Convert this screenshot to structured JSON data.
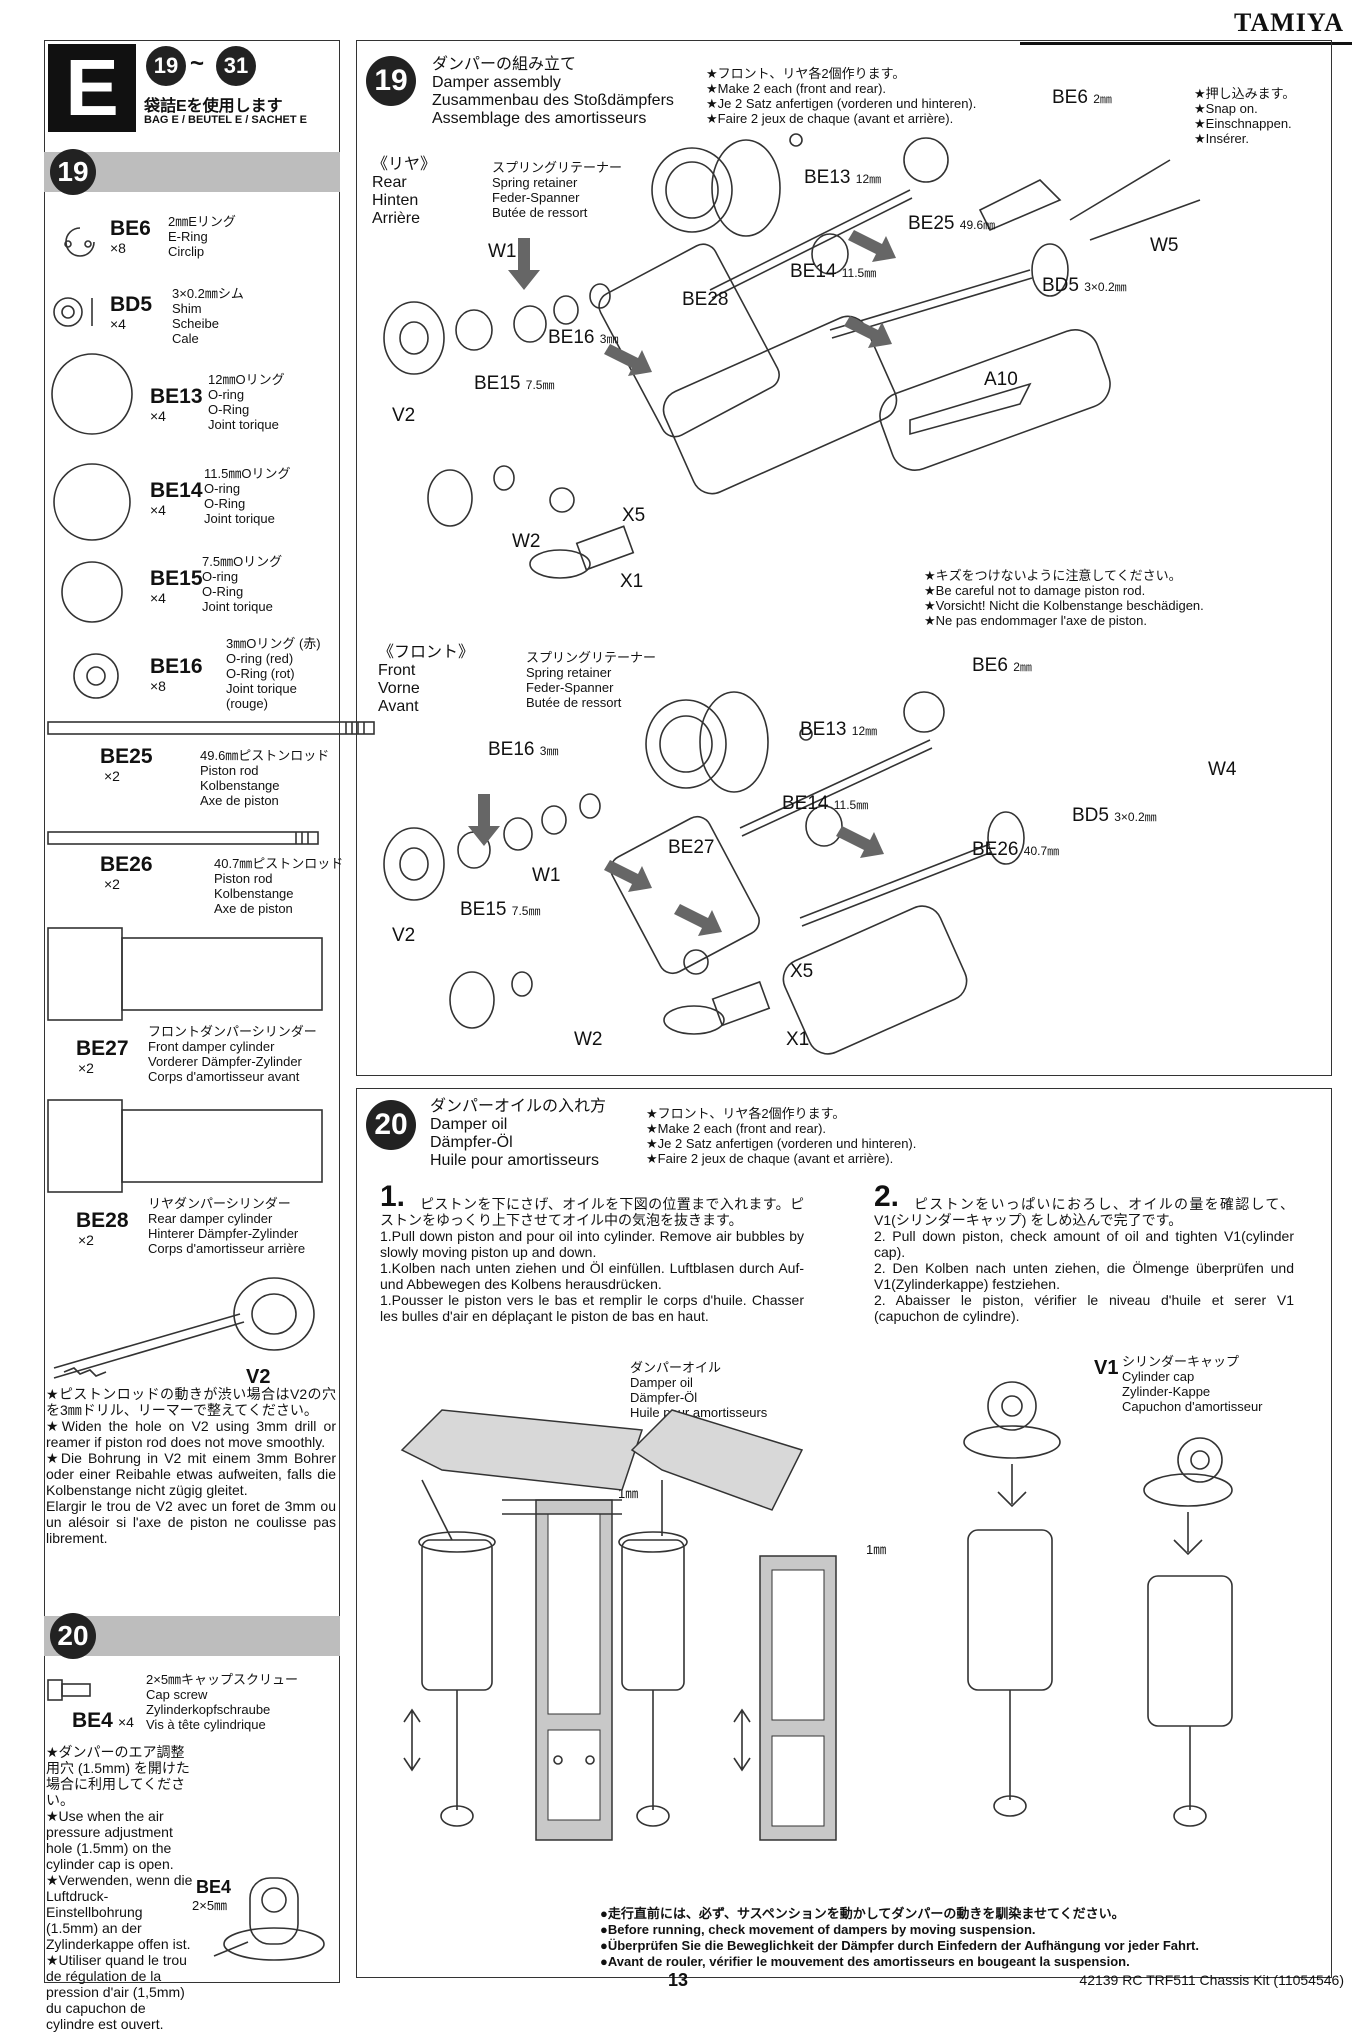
{
  "brand": "TAMIYA",
  "bag": {
    "letter": "E",
    "step_from": "19",
    "step_to": "31",
    "jp": "袋詰Eを使用します",
    "sub": "BAG E / BEUTEL E / SACHET E"
  },
  "side": {
    "step19": "19",
    "step20": "20",
    "parts": [
      {
        "code": "BE6",
        "qty": "×8",
        "desc": "2㎜Eリング\nE-Ring\nCirclip"
      },
      {
        "code": "BD5",
        "qty": "×4",
        "desc": "3×0.2㎜シム\nShim\nScheibe\nCale"
      },
      {
        "code": "BE13",
        "qty": "×4",
        "desc": "12㎜Oリング\nO-ring\nO-Ring\nJoint torique"
      },
      {
        "code": "BE14",
        "qty": "×4",
        "desc": "11.5㎜Oリング\nO-ring\nO-Ring\nJoint torique"
      },
      {
        "code": "BE15",
        "qty": "×4",
        "desc": "7.5㎜Oリング\nO-ring\nO-Ring\nJoint torique"
      },
      {
        "code": "BE16",
        "qty": "×8",
        "desc": "3㎜Oリング (赤)\nO-ring (red)\nO-Ring (rot)\nJoint torique\n(rouge)"
      },
      {
        "code": "BE25",
        "qty": "×2",
        "desc": "49.6㎜ピストンロッド\nPiston rod\nKolbenstange\nAxe de piston"
      },
      {
        "code": "BE26",
        "qty": "×2",
        "desc": "40.7㎜ピストンロッド\nPiston rod\nKolbenstange\nAxe de piston"
      },
      {
        "code": "BE27",
        "qty": "×2",
        "desc": "フロントダンパーシリンダー\nFront damper cylinder\nVorderer Dämpfer-Zylinder\nCorps d'amortisseur avant"
      },
      {
        "code": "BE28",
        "qty": "×2",
        "desc": "リヤダンパーシリンダー\nRear damper cylinder\nHinterer Dämpfer-Zylinder\nCorps d'amortisseur arrière"
      }
    ],
    "v2_label": "V2",
    "v2_note": "★ピストンロッドの動きが渋い場合はV2の穴を3㎜ドリル、リーマーで整えてください。\n★Widen the hole on V2 using 3mm drill or reamer if piston rod does not move smoothly.\n★Die Bohrung in V2 mit einem 3mm Bohrer oder einer Reibahle etwas aufweiten, falls die Kolbenstange nicht zügig gleitet.\nElargir le trou de V2 avec un foret de 3mm ou un alésoir si l'axe de piston ne coulisse pas librement.",
    "be4": {
      "code": "BE4",
      "qty": "×4",
      "desc": "2×5㎜キャップスクリュー\nCap screw\nZylinderkopfschraube\nVis à tête cylindrique"
    },
    "be4_note": "★ダンパーのエア調整用穴 (1.5mm) を開けた場合に利用してください。\n★Use when the air pressure adjustment hole (1.5mm) on the cylinder cap is open.\n★Verwenden, wenn die Luftdruck-Einstellbohrung (1.5mm) an der Zylinderkappe offen ist.\n★Utiliser quand le trou de régulation de la pression d'air (1,5mm) du capuchon de cylindre est ouvert.",
    "be4_small_code": "BE4",
    "be4_small_size": "2×5㎜"
  },
  "step19": {
    "num": "19",
    "title": "ダンパーの組み立て\nDamper assembly\nZusammenbau des Stoßdämpfers\nAssemblage des amortisseurs",
    "note": "★フロント、リヤ各2個作ります。\n★Make 2 each (front and rear).\n★Je 2 Satz anfertigen (vorderen und hinteren).\n★Faire 2 jeux de chaque (avant et arrière).",
    "snap": "★押し込みます。\n★Snap on.\n★Einschnappen.\n★Insérer.",
    "rear": "《リヤ》\nRear\nHinten\nArrière",
    "front": "《フロント》\nFront\nVorne\nAvant",
    "retainer": "スプリングリテーナー\nSpring retainer\nFeder-Spanner\nButée de ressort",
    "care": "★キズをつけないように注意してください。\n★Be careful not to damage piston rod.\n★Vorsicht! Nicht die Kolbenstange beschädigen.\n★Ne pas endommager l'axe de piston.",
    "labels": {
      "BE6": "BE6",
      "be6_size": "2㎜",
      "BE13": "BE13",
      "be13_size": "12㎜",
      "BE25": "BE25",
      "be25_size": "49.6㎜",
      "BE14": "BE14",
      "be14_size": "11.5㎜",
      "BE28": "BE28",
      "BD5": "BD5",
      "bd5_size": "3×0.2㎜",
      "W1": "W1",
      "W2": "W2",
      "W4": "W4",
      "W5": "W5",
      "BE16": "BE16",
      "be16_size": "3㎜",
      "BE15": "BE15",
      "be15_size": "7.5㎜",
      "V2": "V2",
      "A10": "A10",
      "X5": "X5",
      "X1": "X1",
      "BE26": "BE26",
      "be26_size": "40.7㎜",
      "BE27": "BE27"
    }
  },
  "step20": {
    "num": "20",
    "title": "ダンパーオイルの入れ方\nDamper oil\nDämpfer-Öl\nHuile pour amortisseurs",
    "note": "★フロント、リヤ各2個作ります。\n★Make 2 each (front and rear).\n★Je 2 Satz anfertigen (vorderen und hinteren).\n★Faire 2 jeux de chaque (avant et arrière).",
    "sub1_num": "1.",
    "sub1": "ピストンを下にさげ、オイルを下図の位置まで入れます。ピストンをゆっくり上下させてオイル中の気泡を抜きます。\n1.Pull down piston and pour oil into cylinder. Remove air bubbles by slowly moving piston up and down.\n1.Kolben nach unten ziehen und Öl einfüllen. Luftblasen durch Auf-und Abbewegen des Kolbens herausdrücken.\n1.Pousser le piston vers le bas et remplir le corps d'huile. Chasser les bulles d'air en déplaçant le piston de bas en haut.",
    "sub2_num": "2.",
    "sub2": "ピストンをいっぱいにおろし、オイルの量を確認して、V1(シリンダーキャップ) をしめ込んで完了です。\n2. Pull down piston, check amount of oil and tighten V1(cylinder cap).\n2. Den Kolben nach unten ziehen, die Ölmenge überprüfen und V1(Zylinderkappe) festziehen.\n2. Abaisser le piston, vérifier le niveau d'huile et serer V1 (capuchon de cylindre).",
    "oil": "ダンパーオイル\nDamper oil\nDämpfer-Öl\nHuile pour amortisseurs",
    "mm1": "1㎜",
    "mm2": "1㎜",
    "v1": "V1",
    "v1_text": "シリンダーキャップ\nCylinder cap\nZylinder-Kappe\nCapuchon d'amortisseur",
    "check": "●走行直前には、必ず、サスペンションを動かしてダンパーの動きを馴染ませてください。\n●Before running, check movement of dampers by moving suspension.\n●Überprüfen Sie die Beweglichkeit der Dämpfer durch Einfedern der Aufhängung vor jeder Fahrt.\n●Avant de rouler, vérifier le mouvement des amortisseurs en bougeant la suspension."
  },
  "footer": {
    "page": "13",
    "kit": "42139 RC TRF511 Chassis Kit (11054546)"
  }
}
